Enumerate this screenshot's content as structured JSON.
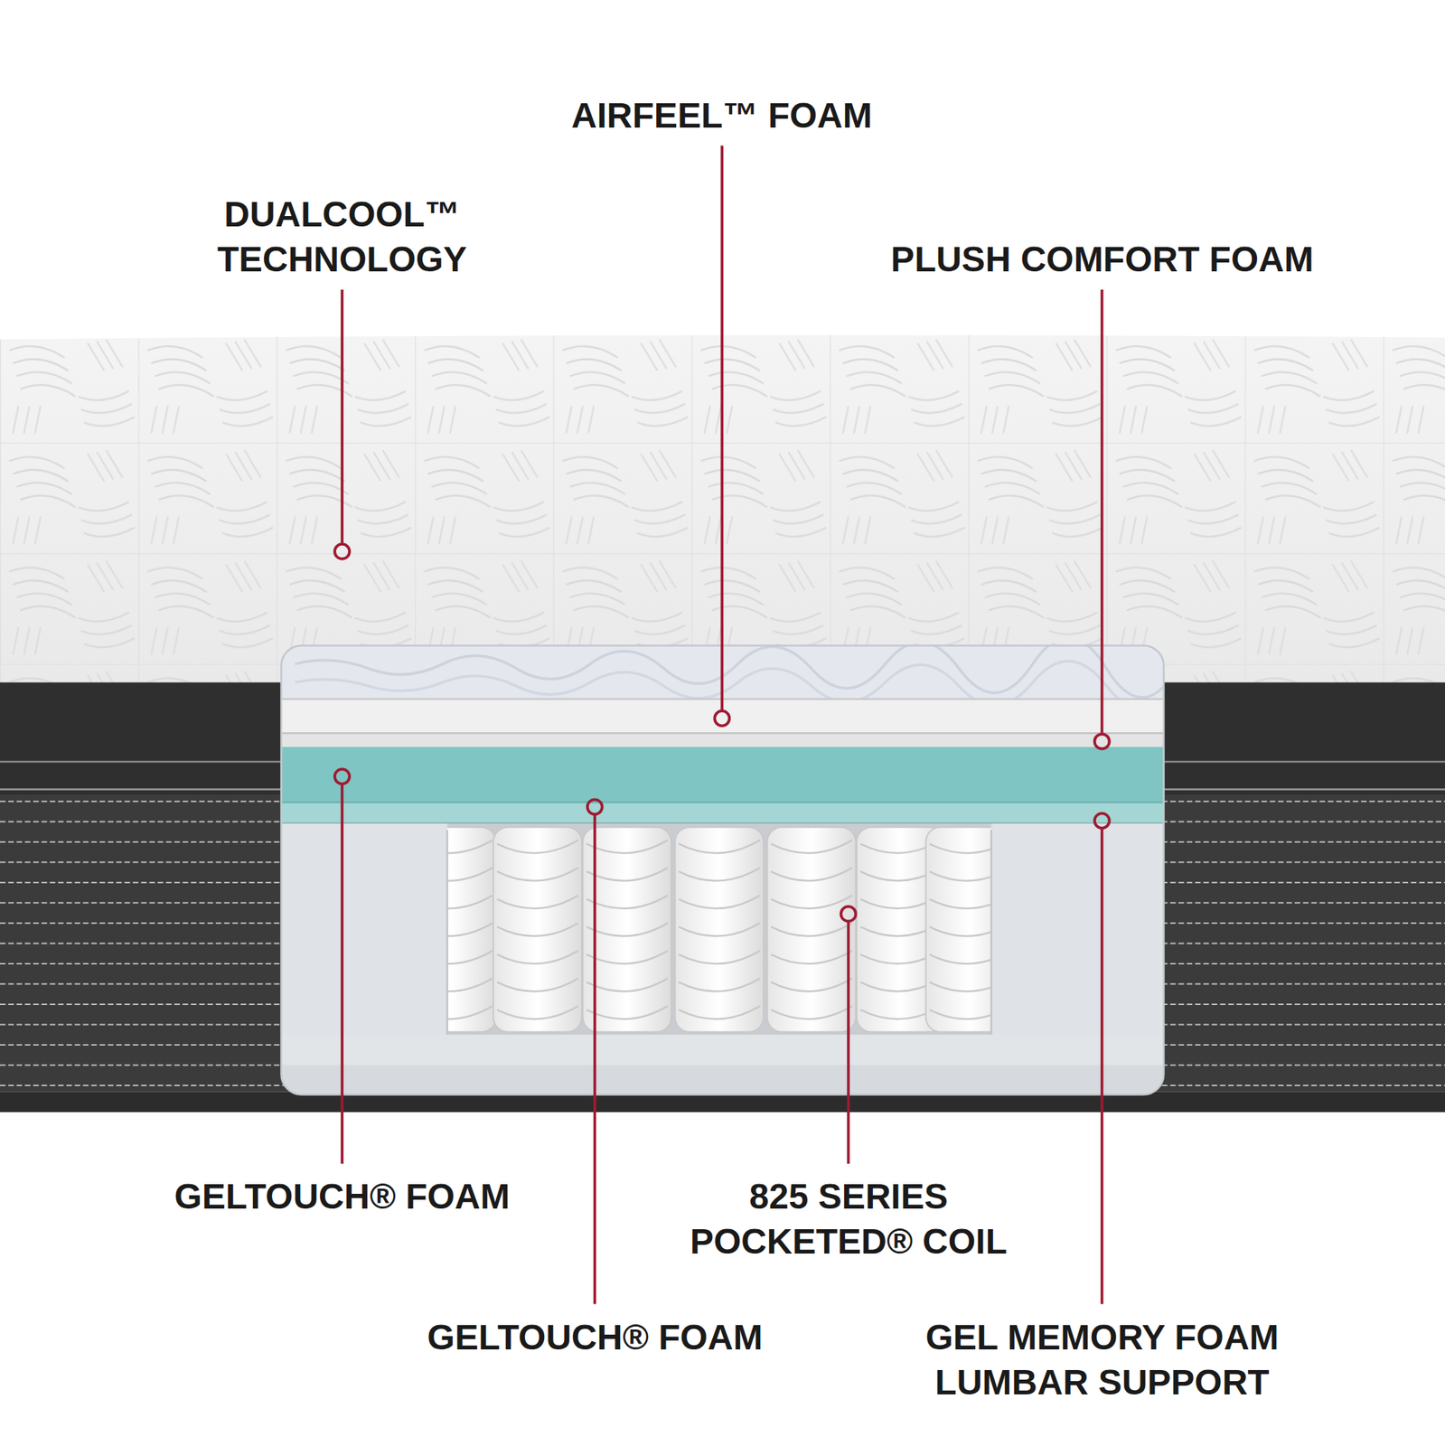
{
  "diagram": {
    "labels": [
      "AIRFEEL™ FOAM",
      "DUALCOOL™ TECHNOLOGY",
      "PLUSH COMFORT FOAM",
      "GELTOUCH® FOAM",
      "825 SERIES POCKETED® COIL",
      "GELTOUCH® FOAM",
      "GEL MEMORY FOAM LUMBAR SUPPORT"
    ]
  }
}
